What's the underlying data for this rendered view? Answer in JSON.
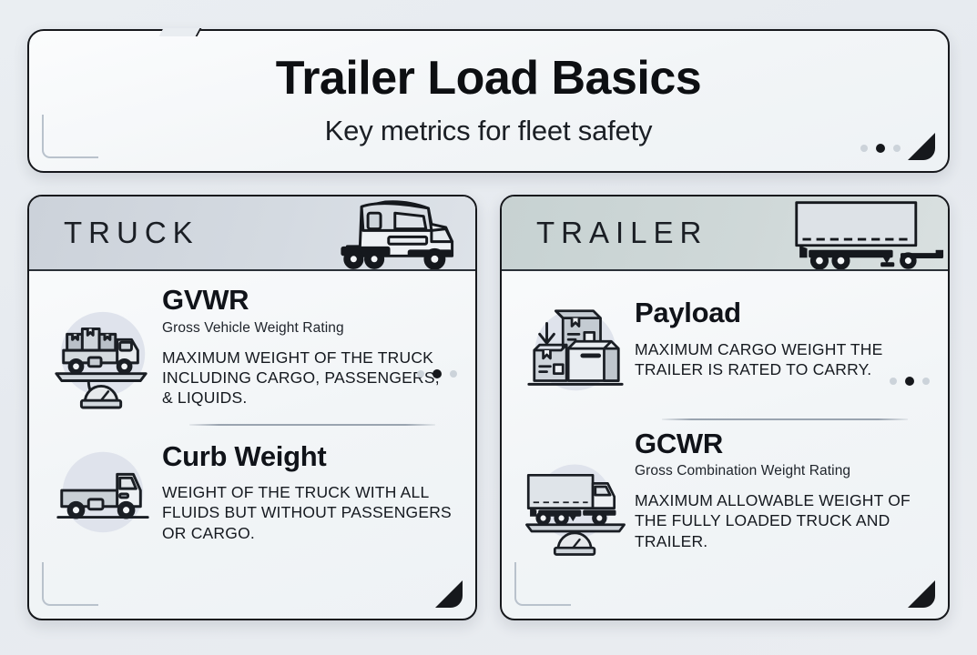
{
  "header": {
    "title": "Trailer Load Basics",
    "subtitle": "Key metrics for fleet safety"
  },
  "panels": [
    {
      "id": "truck",
      "heading": "TRUCK",
      "head_icon": "semi-truck-cab-icon",
      "entries": [
        {
          "icon": "loaded-truck-on-scale-icon",
          "title": "GVWR",
          "subtitle": "Gross Vehicle Weight Rating",
          "description": "MAXIMUM WEIGHT OF THE TRUCK INCLUDING CARGO, PASSENGERS, & LIQUIDS."
        },
        {
          "icon": "empty-flatbed-truck-icon",
          "title": "Curb Weight",
          "subtitle": "",
          "description": "WEIGHT OF THE TRUCK WITH ALL FLUIDS BUT WITHOUT PASSENGERS OR CARGO."
        }
      ]
    },
    {
      "id": "trailer",
      "heading": "TRAILER",
      "head_icon": "box-trailer-icon",
      "entries": [
        {
          "icon": "cargo-boxes-icon",
          "title": "Payload",
          "subtitle": "",
          "description": "MAXIMUM CARGO WEIGHT THE TRAILER IS RATED TO CARRY."
        },
        {
          "icon": "truck-trailer-on-scale-icon",
          "title": "GCWR",
          "subtitle": "Gross Combination Weight Rating",
          "description": "MAXIMUM ALLOWABLE WEIGHT OF THE FULLY LOADED TRUCK AND TRAILER."
        }
      ]
    }
  ],
  "colors": {
    "background": "#e9edf1",
    "card": "#f6f8fa",
    "border": "#16181c",
    "truck_header": "#d4dae1",
    "trailer_header": "#cfd8d8",
    "icon_circle": "#dfe3ec",
    "accent_dot": "#16181c"
  }
}
